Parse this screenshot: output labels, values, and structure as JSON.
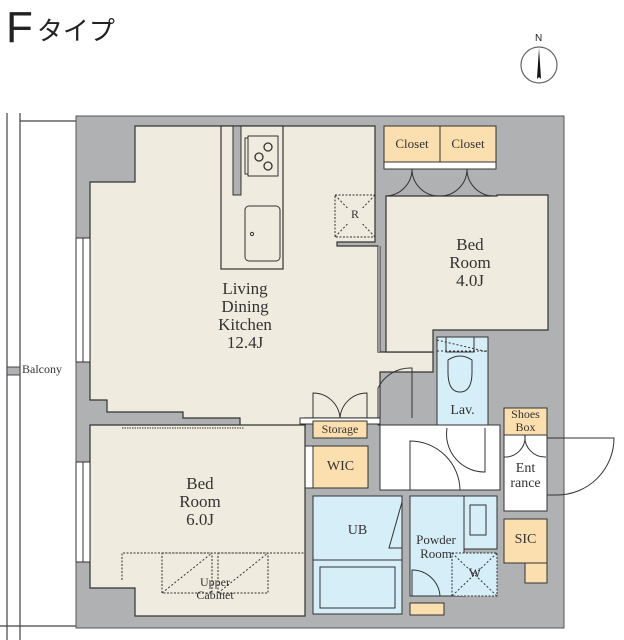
{
  "header": {
    "type_letter": "F",
    "type_suffix": "タイプ"
  },
  "compass": {
    "label": "N",
    "icon": "north-arrow-icon"
  },
  "colors": {
    "wall": "#b0b1b3",
    "floor": "#efebde",
    "closet": "#fbdfae",
    "wet_area": "#d6eef8",
    "outline": "#333333"
  },
  "rooms": {
    "ldk": {
      "line1": "Living",
      "line2": "Dining",
      "line3": "Kitchen",
      "size": "12.4J"
    },
    "bed1": {
      "line1": "Bed",
      "line2": "Room",
      "size": "4.0J"
    },
    "bed2": {
      "line1": "Bed",
      "line2": "Room",
      "size": "6.0J"
    },
    "closet_a": "Closet",
    "closet_b": "Closet",
    "refrigerator": "R",
    "storage": "Storage",
    "wic": "WIC",
    "lav": "Lav.",
    "shoes_box": {
      "line1": "Shoes",
      "line2": "Box"
    },
    "entrance": {
      "line1": "Ent",
      "line2": "rance"
    },
    "ub": "UB",
    "powder_room": {
      "line1": "Powder",
      "line2": "Room"
    },
    "washer": "W",
    "sic": "SIC",
    "upper_cabinet": {
      "line1": "Upper",
      "line2": "Cabinet"
    }
  },
  "balcony": {
    "label": "Balcony"
  }
}
